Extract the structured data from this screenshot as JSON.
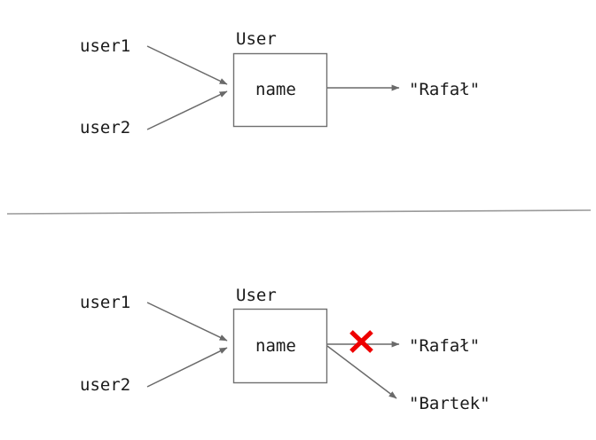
{
  "diagram": {
    "title_hidden": "",
    "panels": [
      {
        "id": "top",
        "name": "shared-reference-valid",
        "source_labels": [
          "user1",
          "user2"
        ],
        "entity": {
          "title": "User",
          "field": "name"
        },
        "values": [
          "\"Rafał\""
        ],
        "has_conflict_marker": false
      },
      {
        "id": "bottom",
        "name": "shared-reference-conflict",
        "source_labels": [
          "user1",
          "user2"
        ],
        "entity": {
          "title": "User",
          "field": "name"
        },
        "values": [
          "\"Rafał\"",
          "\"Bartek\""
        ],
        "has_conflict_marker": true,
        "conflict_marker": "cross-mark"
      }
    ],
    "divider": {
      "label": "horizontal-rule"
    },
    "colors": {
      "line": "#6a6a6a",
      "box_stroke": "#707070",
      "text": "#1a1a1a",
      "cross": "#ee0000",
      "divider": "#9a9a9a",
      "background": "#ffffff"
    }
  }
}
